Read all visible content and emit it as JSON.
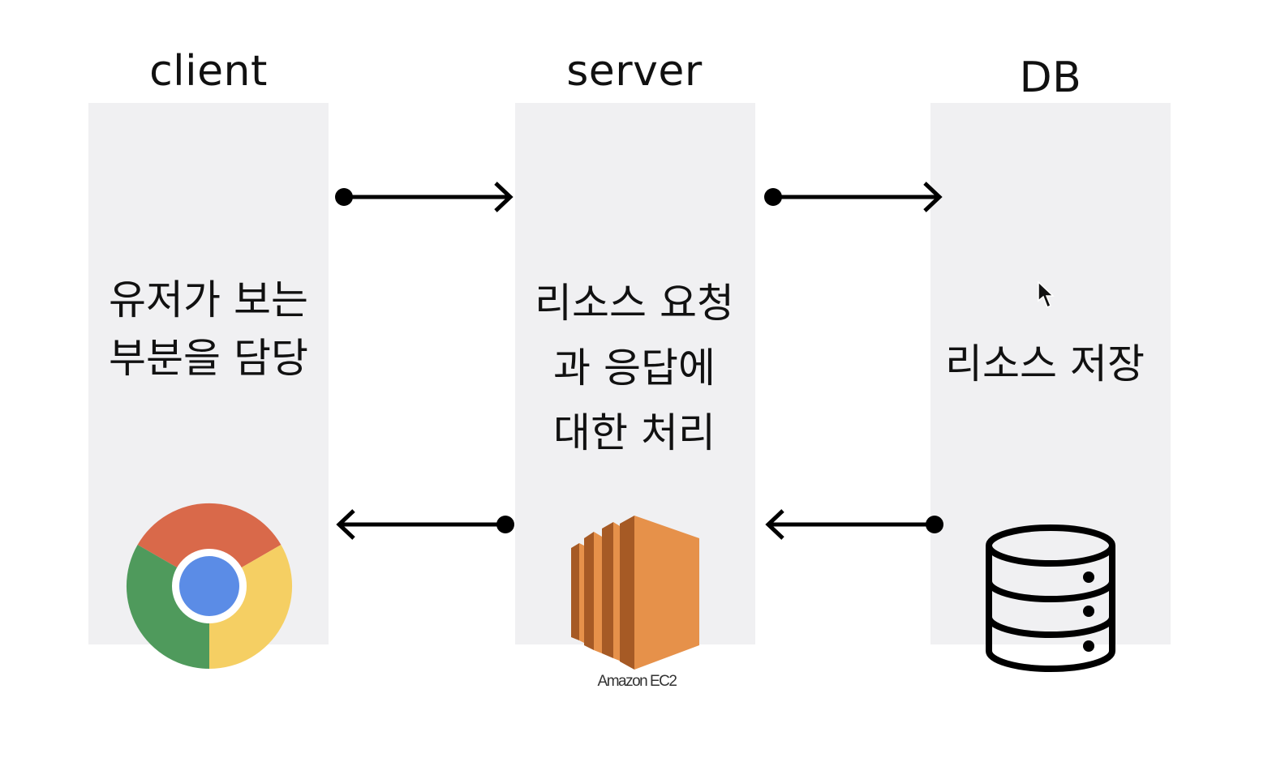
{
  "columns": [
    {
      "id": "client",
      "title": "client",
      "description_lines": [
        "유저가 보는",
        "부분을 담당"
      ],
      "icon": "chrome-logo-icon"
    },
    {
      "id": "server",
      "title": "server",
      "description_lines": [
        "리소스 요청",
        "과 응답에",
        "대한 처리"
      ],
      "icon": "amazon-ec2-icon",
      "icon_label": "Amazon EC2"
    },
    {
      "id": "db",
      "title": "DB",
      "description_lines": [
        "리소스 저장"
      ],
      "icon": "database-icon"
    }
  ],
  "arrows": [
    {
      "from": "client",
      "to": "server",
      "direction": "right",
      "row": "request"
    },
    {
      "from": "server",
      "to": "db",
      "direction": "right",
      "row": "request"
    },
    {
      "from": "server",
      "to": "client",
      "direction": "left",
      "row": "response"
    },
    {
      "from": "db",
      "to": "server",
      "direction": "left",
      "row": "response"
    }
  ],
  "colors": {
    "panel": "#f0f0f2",
    "chrome_red": "#d9694a",
    "chrome_green": "#4f9a5c",
    "chrome_yellow": "#f5cf63",
    "chrome_blue": "#5b8ce6",
    "ec2_orange": "#e6914a",
    "ec2_dark": "#a65a25"
  }
}
